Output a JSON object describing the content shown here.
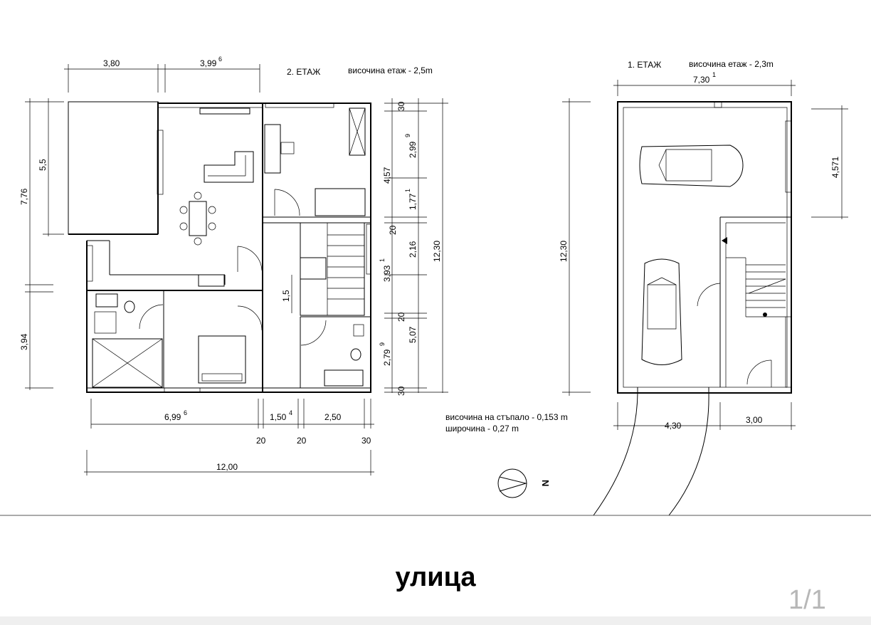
{
  "floor2": {
    "title": "2. ЕТАЖ",
    "height": "височина етаж - 2,5m",
    "dims": {
      "top_left": "3,80",
      "top_right": "3,99",
      "top_right_sup": "6",
      "left_55": "5,5",
      "left_776": "7,76",
      "left_394": "3,94",
      "right_30a": "30",
      "right_457": "4,57",
      "right_299": "2,99",
      "right_299_sup": "9",
      "right_177": "1,77",
      "right_177_sup": "1",
      "right_20a": "20",
      "right_216": "2,16",
      "right_393": "3,93",
      "right_393_sup": "1",
      "right_20b": "20",
      "right_507": "5,07",
      "right_279": "2,79",
      "right_279_sup": "9",
      "right_30b": "30",
      "right_1230": "12,30",
      "inner_15": "1,5",
      "bottom_699": "6,99",
      "bottom_699_sup": "6",
      "bottom_150": "1,50",
      "bottom_150_sup": "4",
      "bottom_250": "2,50",
      "bottom_20a": "20",
      "bottom_20b": "20",
      "bottom_30": "30",
      "bottom_1200": "12,00"
    }
  },
  "floor1": {
    "title": "1. ЕТАЖ",
    "height": "височина етаж - 2,3m",
    "dims": {
      "top_730": "7,30",
      "top_730_sup": "1",
      "right_4571": "4,571",
      "left_1230": "12,30",
      "bottom_430": "4,30",
      "bottom_300": "3,00"
    }
  },
  "stairs": {
    "step_height": "височина на стъпало - 0,153 m",
    "step_width": "широчина - 0,27 m"
  },
  "compass": {
    "label": "N"
  },
  "street": {
    "label": "улица"
  },
  "pager": {
    "label": "1/1"
  }
}
